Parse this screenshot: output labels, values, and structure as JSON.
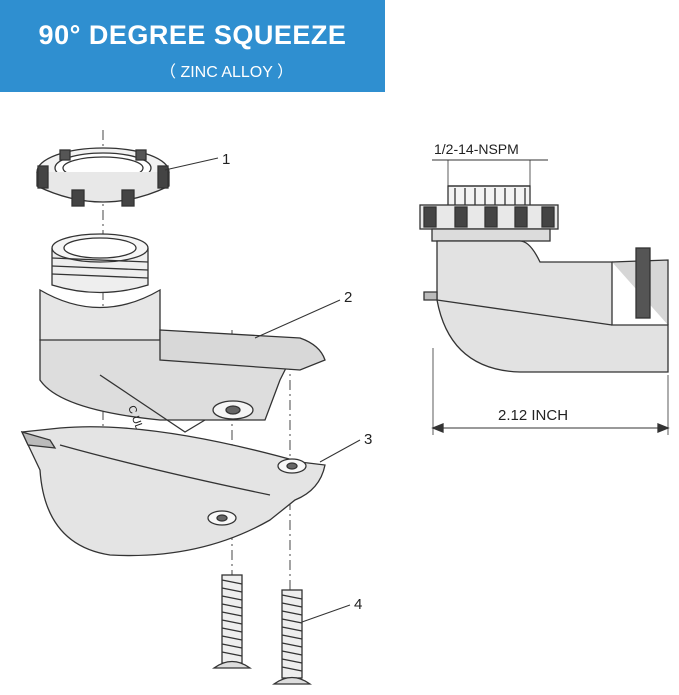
{
  "banner": {
    "title": "90°  DEGREE SQUEEZE",
    "subtitle": "（ ZINC ALLOY ）",
    "color": "#2f8fd0"
  },
  "callouts": [
    "1",
    "2",
    "3",
    "4"
  ],
  "dimensions": {
    "thread": "1/2-14-NSPM",
    "width": "2.12 INCH"
  },
  "marking": "C UL US"
}
